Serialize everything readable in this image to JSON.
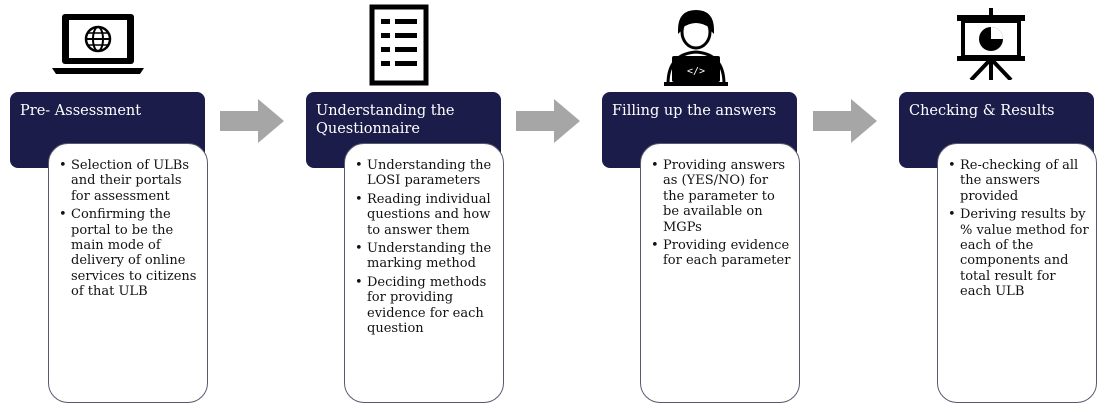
{
  "steps": [
    {
      "title": "Pre- Assessment",
      "icon": "laptop-globe-icon",
      "bullets": [
        "Selection of ULBs and their portals for assessment",
        "Confirming the portal to be the main mode of delivery of online services to citizens of that ULB"
      ]
    },
    {
      "title": "Understanding the Questionnaire",
      "icon": "checklist-icon",
      "bullets": [
        "Understanding the LOSI parameters",
        "Reading individual questions and how to answer them",
        "Understanding the marking method",
        "Deciding methods for providing evidence for each question"
      ]
    },
    {
      "title": "Filling up the answers",
      "icon": "person-laptop-code-icon",
      "bullets": [
        "Providing answers as (YES/NO) for the parameter to be available on MGPs",
        "Providing evidence for each parameter"
      ]
    },
    {
      "title": "Checking & Results",
      "icon": "presentation-pie-chart-icon",
      "bullets": [
        "Re-checking of all the answers provided",
        "Deriving results by % value method for each of the components and total result for each ULB"
      ]
    }
  ],
  "colors": {
    "header_bg": "#1c1c4a",
    "header_text": "#ffffff",
    "arrow": "#a6a6a6",
    "card_border": "#555a6e",
    "icon": "#000000"
  }
}
